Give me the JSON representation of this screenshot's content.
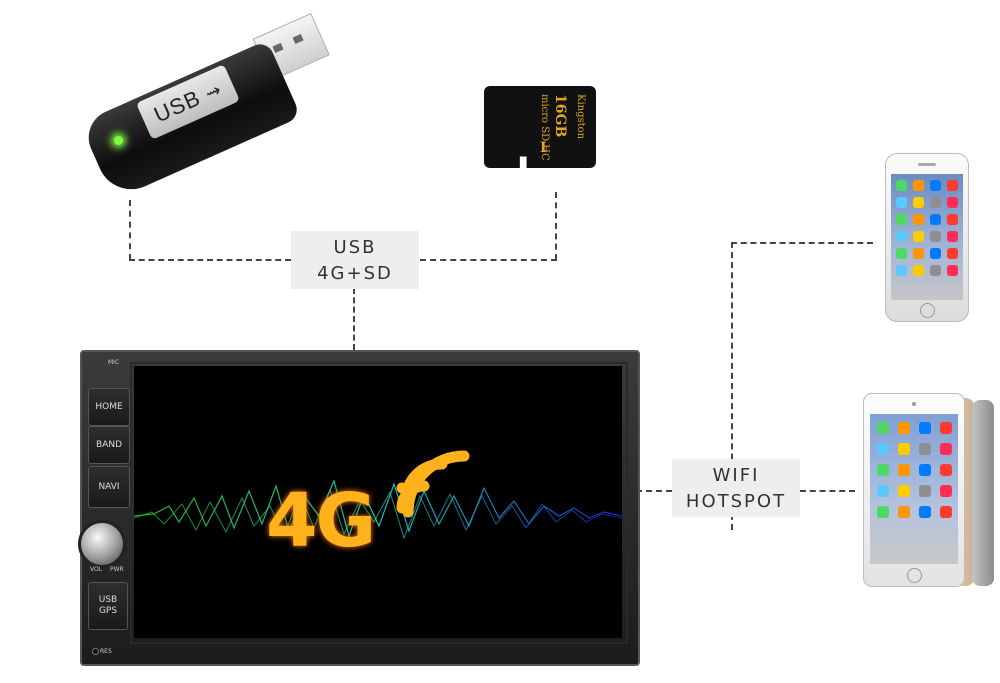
{
  "usb_device": {
    "label": "USB",
    "symbol": "⫘"
  },
  "sd_card": {
    "brand": "Kingston",
    "capacity": "16GB",
    "type": "micro SD HC",
    "class": "I"
  },
  "connection_labels": {
    "storage_line1": "USB",
    "storage_line2": "4G+SD",
    "wifi_line1": "WIFI",
    "wifi_line2": "HOTSPOT"
  },
  "head_unit": {
    "mic_label": "MIC",
    "buttons": [
      "HOME",
      "BAND",
      "NAVI",
      "USB\nGPS"
    ],
    "knob_labels": {
      "vol": "VOL",
      "pwr": "PWR"
    },
    "reset_label": "RES",
    "screen_text": "4G"
  },
  "colors": {
    "accent_orange": "#ffb21c",
    "dash_line": "#444444",
    "label_bg": "#eeeeee"
  }
}
